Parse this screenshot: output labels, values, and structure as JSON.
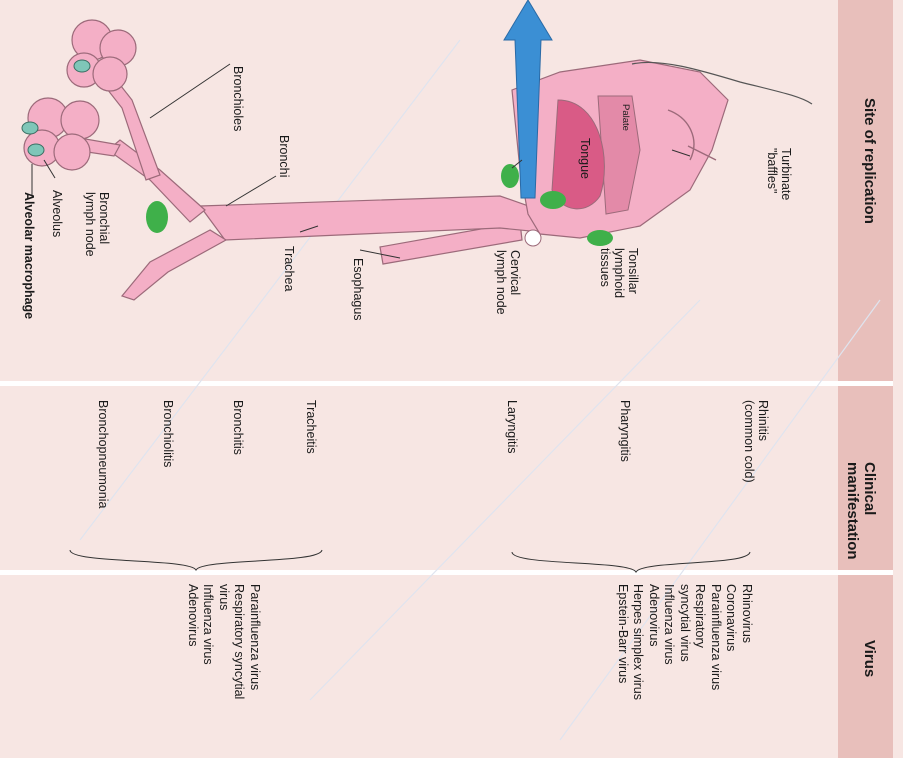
{
  "colors": {
    "panel_bg": "#f7e6e3",
    "header_band": "#e8bfbb",
    "tissue_pink": "#f4afc6",
    "tissue_dark": "#e38aa8",
    "tongue": "#d95b86",
    "lymph_node": "#3fb04a",
    "alveolar_macrophage": "#7fc6b8",
    "air_arrow": "#3b8fd4"
  },
  "headers": {
    "site": "Site of replication",
    "clinical": "Clinical\nmanifestation",
    "virus": "Virus"
  },
  "anatomy_labels": {
    "turbinate": "Turbinate\n\"baffles\"",
    "palate": "Palate",
    "tongue": "Tongue",
    "tonsillar": "Tonsillar\nlymphoid\ntissues",
    "cervical": "Cervical\nlymph node",
    "esophagus": "Esophagus",
    "trachea": "Trachea",
    "bronchi": "Bronchi",
    "bronchioles": "Bronchioles",
    "bronchial_node": "Bronchial\nlymph node",
    "alveolus": "Alveolus",
    "alveolar_macrophage": "Alveolar macrophage"
  },
  "clinical": {
    "rhinitis": "Rhinitis\n(common cold)",
    "pharyngitis": "Pharyngitis",
    "laryngitis": "Laryngitis",
    "tracheitis": "Tracheitis",
    "bronchitis": "Bronchitis",
    "bronchiolitis": "Bronchiolitis",
    "bronchopneumonia": "Bronchopneumonia"
  },
  "viruses": {
    "upper": "Rhinovirus\nCoronavirus\nParainfluenza virus\nRespiratory\nsyncytial virus\nInfluenza virus\nAdenovirus\nHerpes simplex virus\nEpstein-Barr virus",
    "lower": "Parainfluenza virus\nRespiratory syncytial\nvirus\nInfluenza virus\nAdenovirus"
  }
}
